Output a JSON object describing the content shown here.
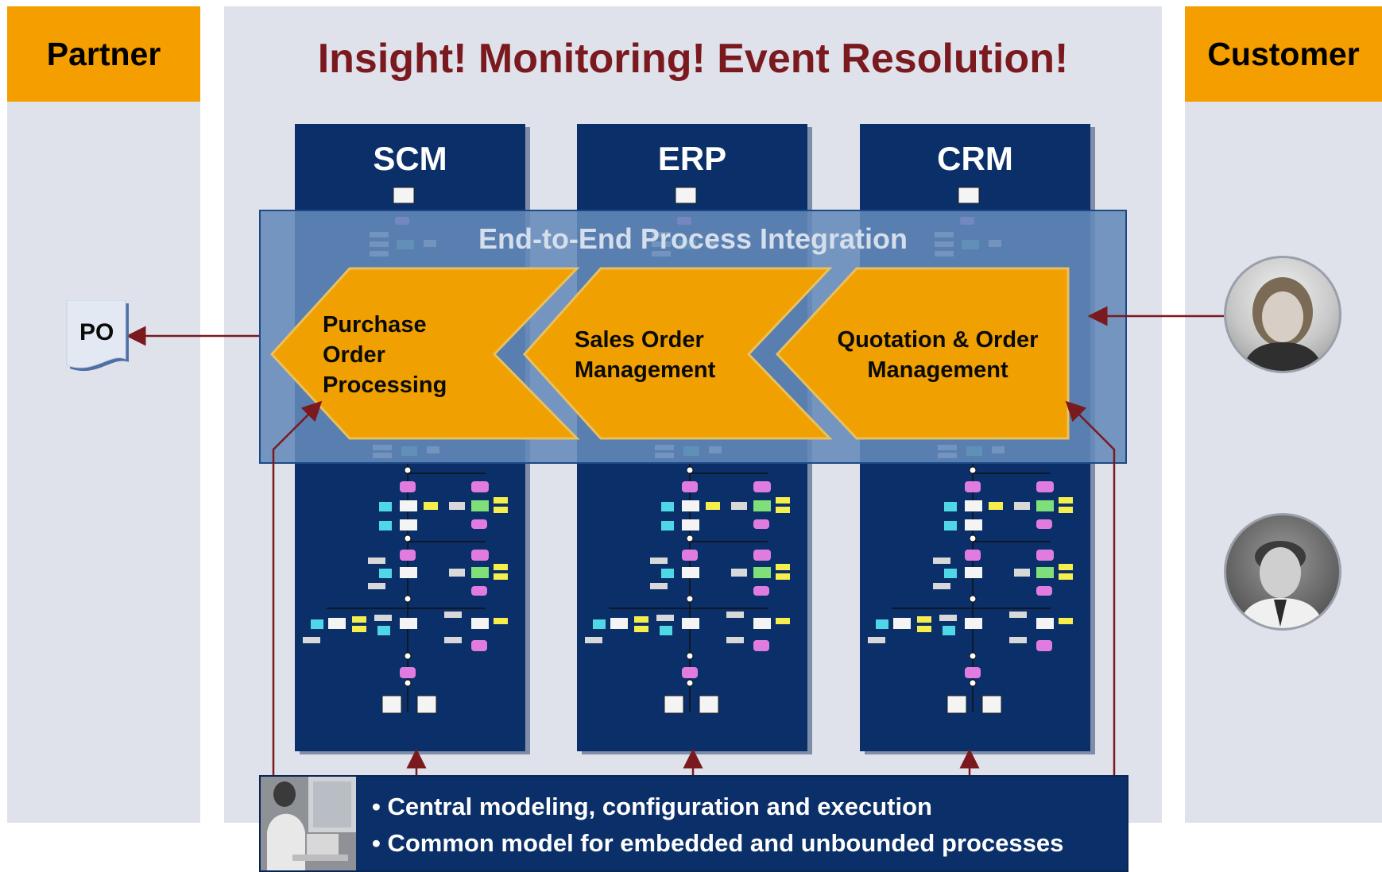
{
  "title": "Insight! Monitoring! Event Resolution!",
  "partner": {
    "label": "Partner",
    "document_label": "PO"
  },
  "customer": {
    "label": "Customer"
  },
  "columns": [
    {
      "label": "SCM"
    },
    {
      "label": "ERP"
    },
    {
      "label": "CRM"
    }
  ],
  "integration_band": {
    "label": "End-to-End Process Integration"
  },
  "processes": [
    {
      "lines": [
        "Purchase",
        "Order",
        "Processing"
      ]
    },
    {
      "lines": [
        "Sales Order",
        "Management"
      ]
    },
    {
      "lines": [
        "Quotation & Order",
        "Management"
      ]
    }
  ],
  "bullets": [
    "Central modeling, configuration and execution",
    "Common model for embedded and unbounded processes"
  ],
  "colors": {
    "header_orange": "#f59e00",
    "title_red": "#7a1a1f",
    "column_navy": "#0b2f68",
    "chevron_orange": "#f0a000",
    "arrow_red": "#7a1a1f",
    "lane_gray": "#dfe2eb"
  },
  "icons": {
    "partner_document": "document-icon",
    "customer_person_1": "person-photo",
    "customer_person_2": "person-photo",
    "bottom_photo": "person-at-computer-photo"
  }
}
